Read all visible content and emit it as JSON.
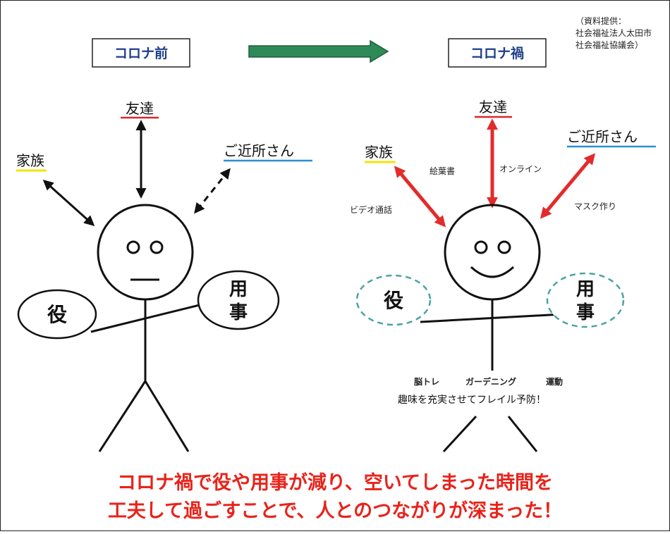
{
  "header": {
    "before_label": "コロナ前",
    "after_label": "コロナ禍",
    "source_lines": [
      "（資料提供：",
      "社会福祉法人太田市",
      "社会福祉協議会）"
    ]
  },
  "before": {
    "friends": "友達",
    "family": "家族",
    "neighbors": "ご近所さん",
    "role": "役",
    "errand_top": "用",
    "errand_bottom": "事"
  },
  "after": {
    "friends": "友達",
    "family": "家族",
    "neighbors": "ご近所さん",
    "role": "役",
    "errand_top": "用",
    "errand_bottom": "事",
    "note_letters": "絵葉書",
    "note_online": "オンライン",
    "note_video": "ビデオ通話",
    "note_mask": "マスク作り",
    "hobby_brain": "脳トレ",
    "hobby_garden": "ガーデニング",
    "hobby_exercise": "運動",
    "hobby_caption": "趣味を充実させてフレイル予防！"
  },
  "conclusion": {
    "line1": "コロナ禍で役や用事が減り、空いてしまった時間を",
    "line2": "工夫して過ごすことで、人とのつながりが深まった！"
  },
  "colors": {
    "arrow_green": "#2e8b57",
    "red_arrow": "#e32b2b",
    "friends_underline": "#d9272e",
    "family_underline": "#f2e600",
    "neighbors_underline": "#2b8fd6",
    "dashed_circle": "#4aa3a3"
  }
}
